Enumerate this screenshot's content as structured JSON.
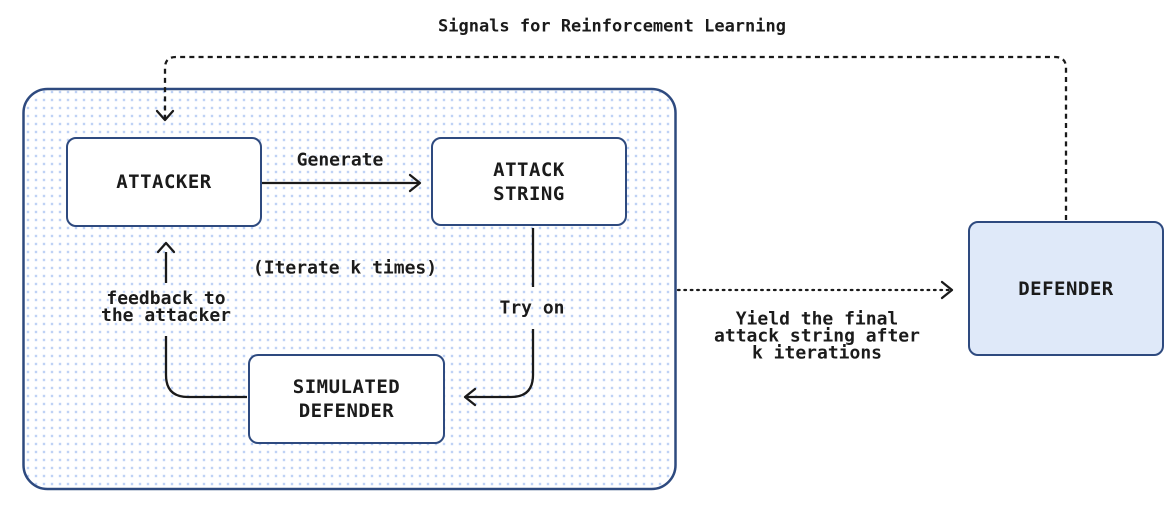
{
  "diagram": {
    "title": "Signals for Reinforcement Learning",
    "nodes": {
      "attacker": {
        "label": "ATTACKER"
      },
      "attack_string": {
        "label": "ATTACK\nSTRING"
      },
      "simulated_defender": {
        "label": "SIMULATED\nDEFENDER"
      },
      "defender": {
        "label": "DEFENDER"
      }
    },
    "edges": {
      "generate": {
        "label": "Generate"
      },
      "iterate": {
        "label": "(Iterate k times)"
      },
      "try_on": {
        "label": "Try on"
      },
      "feedback": {
        "label": "feedback to\nthe attacker"
      },
      "yield_final": {
        "label": "Yield the final\nattack string after\nk iterations"
      }
    },
    "colors": {
      "node_border": "#2e4a7f",
      "defender_fill": "#dfe9f9",
      "dots": "#bfd2f5",
      "line": "#1a1a1a",
      "text": "#1b1b1b"
    }
  }
}
